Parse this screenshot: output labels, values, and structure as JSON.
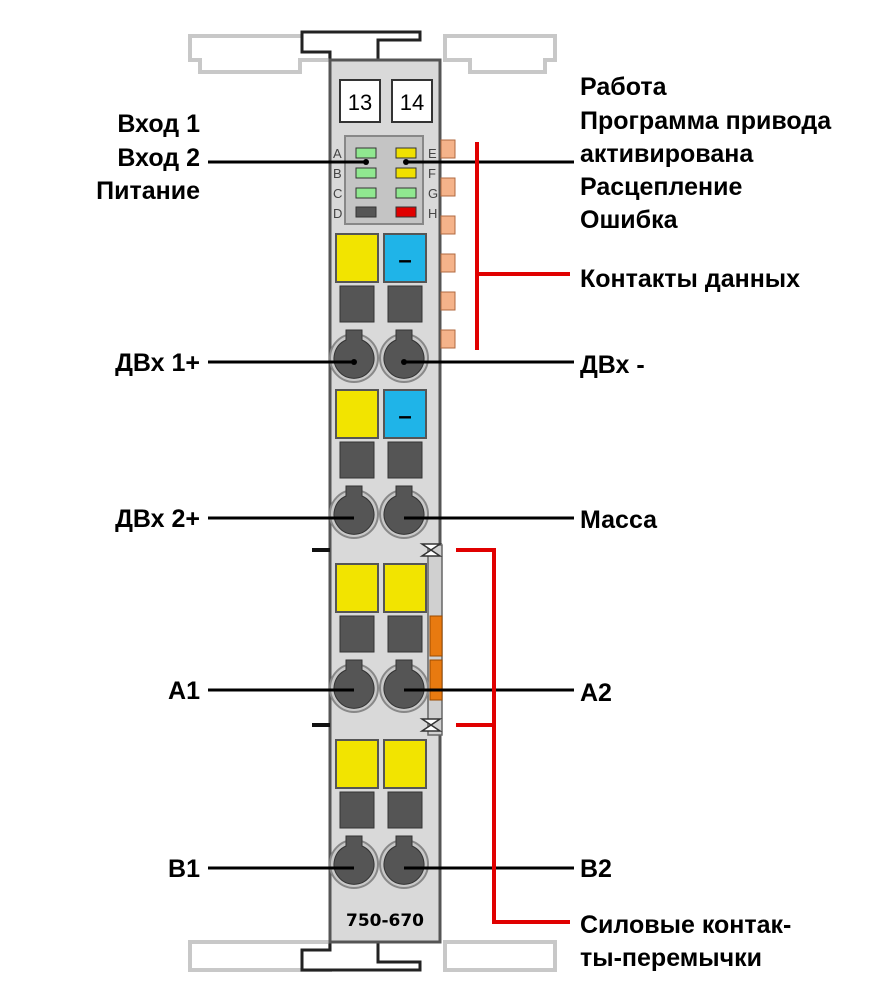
{
  "module": {
    "slot_left": "13",
    "slot_right": "14",
    "model": "750-670",
    "led_letters_left": [
      "A",
      "B",
      "C",
      "D"
    ],
    "led_letters_right": [
      "E",
      "F",
      "G",
      "H"
    ]
  },
  "labels": {
    "input1": "Вход 1",
    "input2": "Вход 2",
    "power": "Питание",
    "operation": "Работа",
    "drive_program_1": "Программа привода",
    "drive_program_2": "активирована",
    "release": "Расцепление",
    "error": "Ошибка",
    "data_contacts": "Контакты данных",
    "dvx1_plus": "ДВх 1+",
    "dvx_minus": "ДВх -",
    "dvx2_plus": "ДВх 2+",
    "ground": "Масса",
    "a1": "A1",
    "a2": "A2",
    "b1": "B1",
    "b2": "B2",
    "power_jumper_1": "Силовые контак-",
    "power_jumper_2": "ты-перемычки",
    "minus_sign": "–"
  },
  "colors": {
    "housing": "#d9d9d9",
    "rail_outline": "#c8c8c8",
    "yellow_clamp": "#f2e400",
    "blue_clamp": "#1fb4e8",
    "led_green": "#90e890",
    "led_yellow": "#f0e000",
    "led_red": "#e00000",
    "led_off": "#555555",
    "data_contact": "#f5b38a",
    "bracket_red": "#e00000",
    "power_contact": "#e87a10"
  }
}
